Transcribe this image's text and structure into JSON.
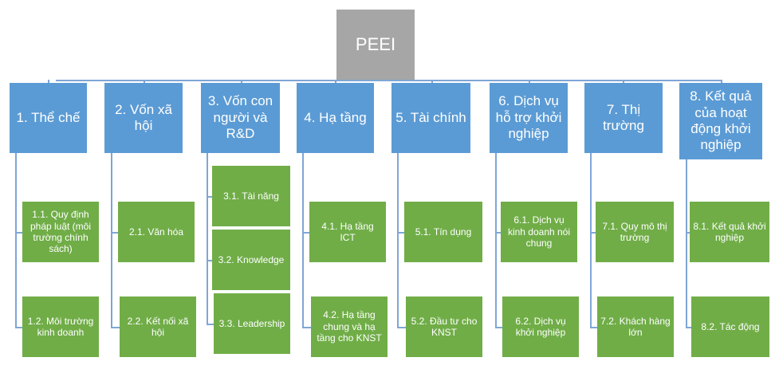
{
  "root": {
    "label": "PEEI"
  },
  "categories": [
    {
      "label": "1. Thể chế",
      "items": [
        "1.1. Quy định pháp luật (môi trường chính sách)",
        "1.2. Môi trường kinh doanh"
      ]
    },
    {
      "label": "2. Vốn xã hội",
      "items": [
        "2.1. Văn hóa",
        "2.2. Kết nối xã hội"
      ]
    },
    {
      "label": "3. Vốn con người và R&D",
      "items": [
        "3.1. Tài năng",
        "3.2. Knowledge",
        "3.3. Leadership"
      ]
    },
    {
      "label": "4. Hạ tầng",
      "items": [
        "4.1. Hạ tầng ICT",
        "4.2. Hạ tầng chung và hạ tầng cho KNST"
      ]
    },
    {
      "label": "5. Tài chính",
      "items": [
        "5.1. Tín dụng",
        "5.2. Đầu tư cho KNST"
      ]
    },
    {
      "label": "6. Dịch vụ hỗ trợ khởi nghiệp",
      "items": [
        "6.1. Dịch vụ kinh doanh nói chung",
        "6.2. Dịch vụ khởi nghiệp"
      ]
    },
    {
      "label": "7. Thị trường",
      "items": [
        "7.1. Quy mô thị trường",
        "7.2. Khách hàng lớn"
      ]
    },
    {
      "label": "8. Kết quả của hoạt động khởi nghiệp",
      "items": [
        "8.1. Kết quả khởi nghiệp",
        "8.2. Tác động"
      ]
    }
  ],
  "colors": {
    "root": "#a6a6a6",
    "category": "#5b9bd5",
    "item": "#70ad47",
    "connector": "#7fa6d6"
  }
}
